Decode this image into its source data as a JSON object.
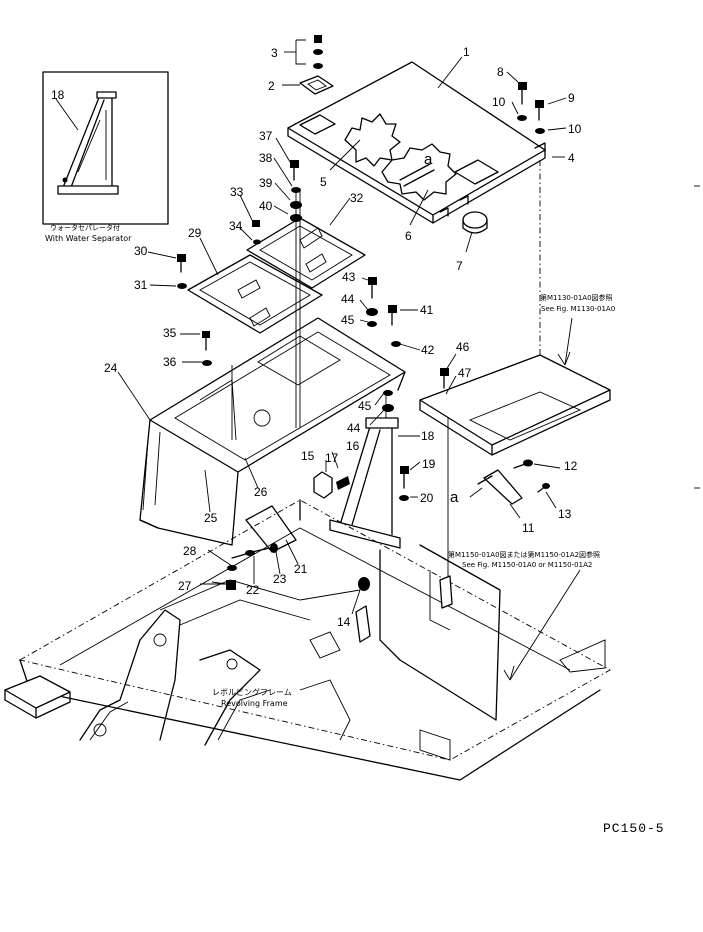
{
  "drawing_number": "PC150-5",
  "inset": {
    "label_jp": "ウォータセパレータ付",
    "label_en": "With Water Separator",
    "part": "18"
  },
  "references": [
    {
      "id": "ref-m1130",
      "jp": "第M1130-01A0図参照",
      "en": "See Fig. M1130-01A0"
    },
    {
      "id": "ref-m1150",
      "jp": "第M1150-01A0図または第M1150-01A2図参照",
      "en": "See Fig. M1150-01A0 or M1150-01A2"
    }
  ],
  "frame_label": {
    "jp": "レボルビングフレーム",
    "en": "Revolving Frame"
  },
  "detail_marks": [
    "a",
    "a"
  ],
  "part_numbers": [
    "1",
    "2",
    "3",
    "4",
    "5",
    "6",
    "7",
    "8",
    "9",
    "10",
    "10",
    "11",
    "12",
    "13",
    "14",
    "15",
    "16",
    "17",
    "18",
    "19",
    "20",
    "21",
    "22",
    "23",
    "24",
    "25",
    "26",
    "27",
    "28",
    "29",
    "30",
    "31",
    "32",
    "33",
    "34",
    "35",
    "36",
    "37",
    "38",
    "39",
    "40",
    "41",
    "42",
    "43",
    "44",
    "44",
    "45",
    "45",
    "46",
    "47"
  ]
}
